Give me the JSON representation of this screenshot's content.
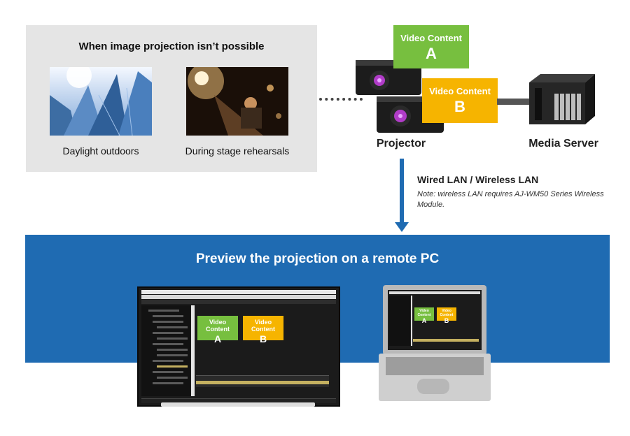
{
  "panel": {
    "title": "When image projection isn’t possible",
    "captions": [
      "Daylight outdoors",
      "During stage rehearsals"
    ]
  },
  "devices": {
    "projector_label": "Projector",
    "server_label": "Media Server"
  },
  "content": {
    "a": {
      "title": "Video Content",
      "letter": "A",
      "color": "#77bf3f"
    },
    "b": {
      "title": "Video Content",
      "letter": "B",
      "color": "#f6b400"
    }
  },
  "network": {
    "title": "Wired LAN / Wireless LAN",
    "note": "Note: wireless LAN requires AJ-WM50 Series Wireless Module."
  },
  "band": {
    "title": "Preview the projection on a remote PC",
    "color": "#1f6bb2"
  }
}
